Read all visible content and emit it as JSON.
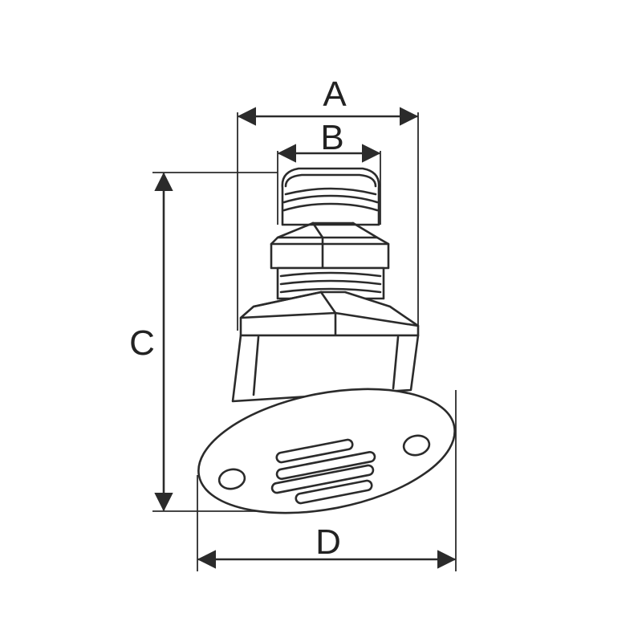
{
  "dimensions": {
    "a": "A",
    "b": "B",
    "c": "C",
    "d": "D"
  },
  "colors": {
    "line": "#2b2b2b",
    "background": "#ffffff"
  }
}
